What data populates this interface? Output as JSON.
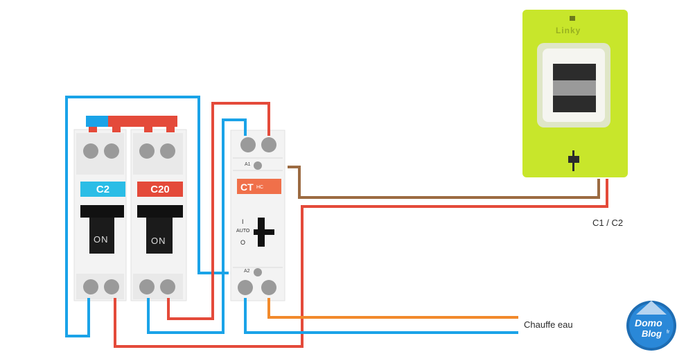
{
  "colors": {
    "blue": "#1aa3e8",
    "red": "#e44a3a",
    "brown": "#9c6b42",
    "orange": "#f28a2c",
    "linky_green": "#c8e62b",
    "c2_badge": "#2bbde6",
    "c20_badge": "#e44a3a",
    "ct_badge": "#f0704a"
  },
  "breakers": [
    {
      "label": "C2",
      "switch": "ON"
    },
    {
      "label": "C20",
      "switch": "ON"
    }
  ],
  "contactor": {
    "label": "CT",
    "sub": "HC",
    "terminal_top": "A1",
    "terminal_bottom": "A2",
    "mode_on": "I",
    "mode_auto": "AUTO",
    "mode_off": "O"
  },
  "meter": {
    "brand": "Linky"
  },
  "labels": {
    "c1c2": "C1 / C2",
    "water_heater": "Chauffe eau"
  },
  "logo": {
    "line1": "Domo",
    "line2": "Blog",
    "suffix": "fr"
  }
}
